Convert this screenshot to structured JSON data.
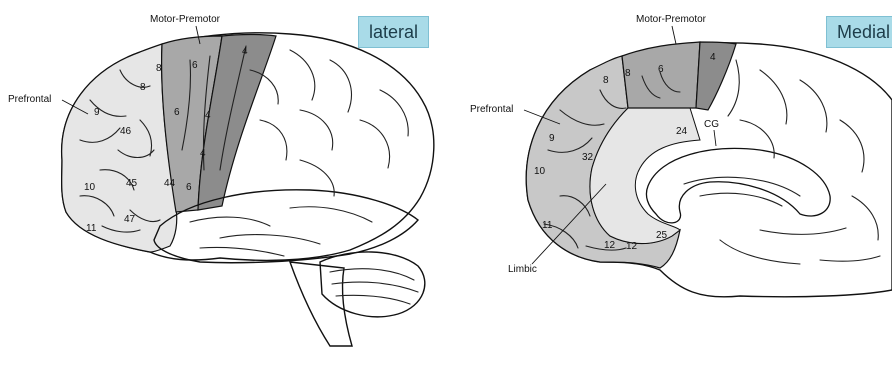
{
  "colors": {
    "prefrontal_shade": "#e6e6e6",
    "premotor_shade": "#a8a8a8",
    "motor_shade": "#8c8c8c",
    "limbic_shade": "#c8c8c8",
    "tag_fill": "#a9dbe8"
  },
  "lateral": {
    "tag": "lateral",
    "labels": {
      "motor_premotor": "Motor-Premotor",
      "prefrontal": "Prefrontal"
    },
    "areas": [
      "8",
      "8",
      "6",
      "4",
      "9",
      "46",
      "6",
      "4",
      "4",
      "10",
      "45",
      "44",
      "6",
      "47",
      "11"
    ]
  },
  "medial": {
    "tag": "Medial",
    "labels": {
      "motor_premotor": "Motor-Premotor",
      "prefrontal": "Prefrontal",
      "cg": "CG",
      "limbic": "Limbic"
    },
    "areas": [
      "8",
      "8",
      "6",
      "4",
      "24",
      "9",
      "32",
      "10",
      "11",
      "12",
      "12",
      "25"
    ]
  }
}
